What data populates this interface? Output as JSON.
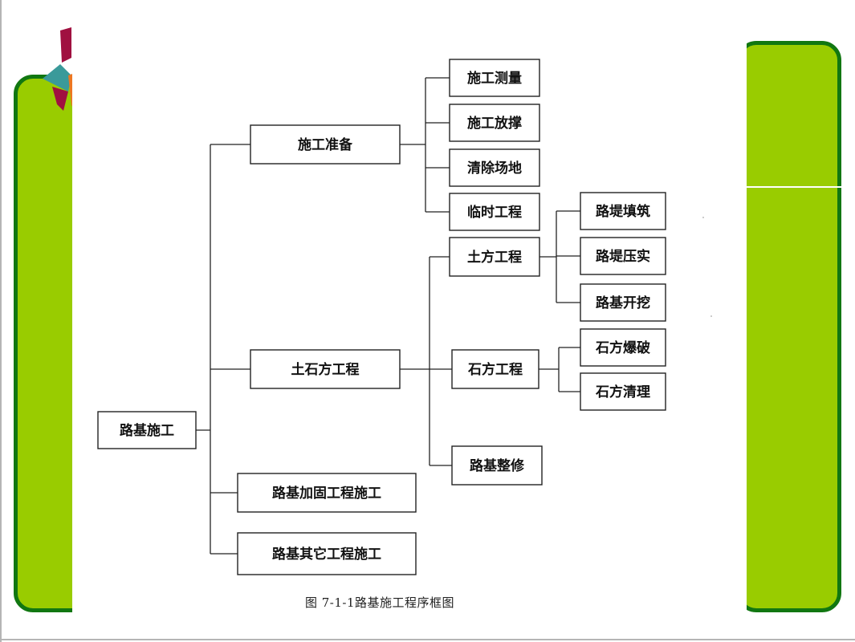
{
  "diagram": {
    "nodes": [
      {
        "id": "root",
        "label": "路基施工"
      },
      {
        "id": "prep",
        "label": "施工准备"
      },
      {
        "id": "survey",
        "label": "施工测量"
      },
      {
        "id": "stakeout",
        "label": "施工放撑"
      },
      {
        "id": "clear",
        "label": "清除场地"
      },
      {
        "id": "temp",
        "label": "临时工程"
      },
      {
        "id": "earthrock",
        "label": "土石方工程"
      },
      {
        "id": "earth",
        "label": "土方工程"
      },
      {
        "id": "fill",
        "label": "路堤填筑"
      },
      {
        "id": "compact",
        "label": "路堤压实"
      },
      {
        "id": "excavate",
        "label": "路基开挖"
      },
      {
        "id": "rock",
        "label": "石方工程"
      },
      {
        "id": "blast",
        "label": "石方爆破"
      },
      {
        "id": "rockclear",
        "label": "石方清理"
      },
      {
        "id": "trim",
        "label": "路基整修"
      },
      {
        "id": "reinforce",
        "label": "路基加固工程施工"
      },
      {
        "id": "other",
        "label": "路基其它工程施工"
      }
    ],
    "edges": [
      [
        "root",
        "prep"
      ],
      [
        "root",
        "earthrock"
      ],
      [
        "root",
        "reinforce"
      ],
      [
        "root",
        "other"
      ],
      [
        "prep",
        "survey"
      ],
      [
        "prep",
        "stakeout"
      ],
      [
        "prep",
        "clear"
      ],
      [
        "prep",
        "temp"
      ],
      [
        "earthrock",
        "earth"
      ],
      [
        "earthrock",
        "rock"
      ],
      [
        "earthrock",
        "trim"
      ],
      [
        "earth",
        "fill"
      ],
      [
        "earth",
        "compact"
      ],
      [
        "earth",
        "excavate"
      ],
      [
        "rock",
        "blast"
      ],
      [
        "rock",
        "rockclear"
      ]
    ],
    "caption": "图 7-1-1路基施工程序框图"
  },
  "colors": {
    "panel_green": "#99cc00",
    "panel_border": "#117711",
    "logo_crimson": "#a01040",
    "logo_teal": "#3a9a9a",
    "logo_orange": "#ee7722"
  },
  "icons": {
    "logo": "cube-logo-icon"
  }
}
